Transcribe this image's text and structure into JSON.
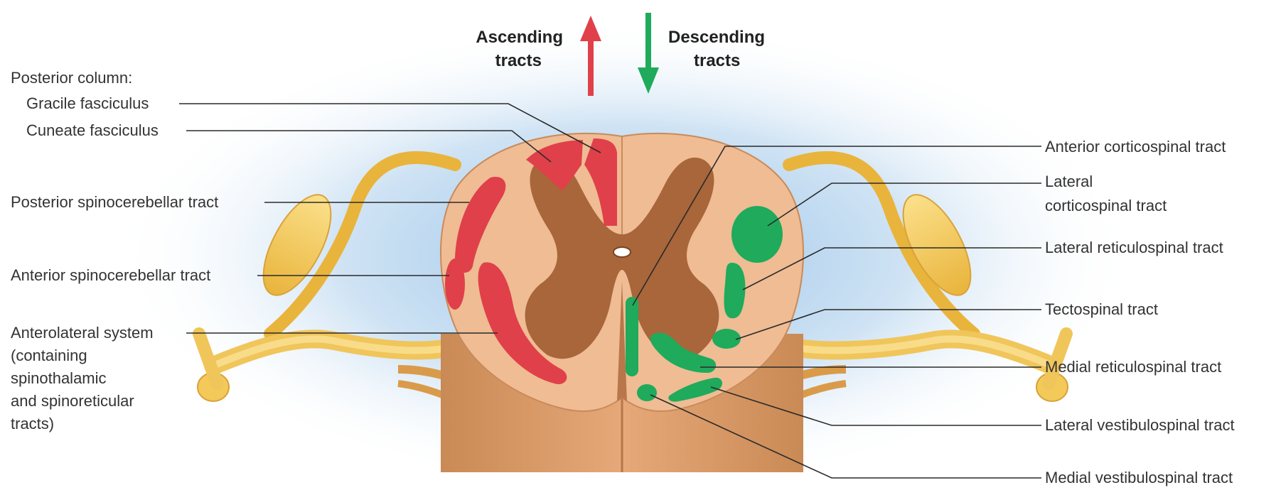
{
  "header": {
    "ascending_line1": "Ascending",
    "ascending_line2": "tracts",
    "descending_line1": "Descending",
    "descending_line2": "tracts"
  },
  "left_labels": {
    "posterior_column": "Posterior column:",
    "gracile_fasciculus": "Gracile fasciculus",
    "cuneate_fasciculus": "Cuneate fasciculus",
    "posterior_spinocerebellar": "Posterior spinocerebellar tract",
    "anterior_spinocerebellar": "Anterior spinocerebellar tract",
    "anterolateral_line1": "Anterolateral system",
    "anterolateral_line2": "(containing",
    "anterolateral_line3": "spinothalamic",
    "anterolateral_line4": "and spinoreticular",
    "anterolateral_line5": "tracts)"
  },
  "right_labels": {
    "anterior_corticospinal": "Anterior corticospinal tract",
    "lateral_corticospinal_line1": "Lateral",
    "lateral_corticospinal_line2": "corticospinal tract",
    "lateral_reticulospinal": "Lateral reticulospinal tract",
    "tectospinal": "Tectospinal tract",
    "medial_reticulospinal": "Medial reticulospinal tract",
    "lateral_vestibulospinal": "Lateral vestibulospinal tract",
    "medial_vestibulospinal": "Medial vestibulospinal tract"
  },
  "colors": {
    "ascending": "#e0404a",
    "descending": "#1faa5c",
    "white_matter": "#efbc94",
    "gray_matter": "#a8663a",
    "nerve": "#f3c95a",
    "background_glow": "#9ec6e8"
  }
}
